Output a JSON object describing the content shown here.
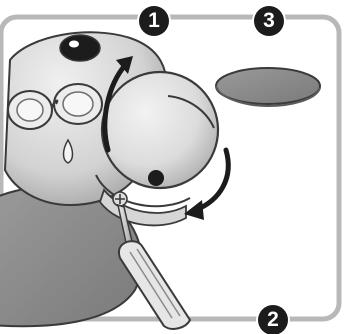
{
  "steps": {
    "one": "1",
    "two": "2",
    "three": "3"
  },
  "colors": {
    "frame": "#b8b8b8",
    "background": "#ffffff",
    "outline": "#3a3a3a",
    "body_light": "#e4e4e4",
    "body_mid": "#c9c9c9",
    "shadow": "#8c8c8c",
    "dark": "#1c1c1c",
    "disc": "#8f8f8f"
  },
  "icons": {
    "rotate_up": "curved-arrow-icon",
    "rotate_down": "curved-arrow-icon",
    "tool": "screwdriver-icon"
  }
}
